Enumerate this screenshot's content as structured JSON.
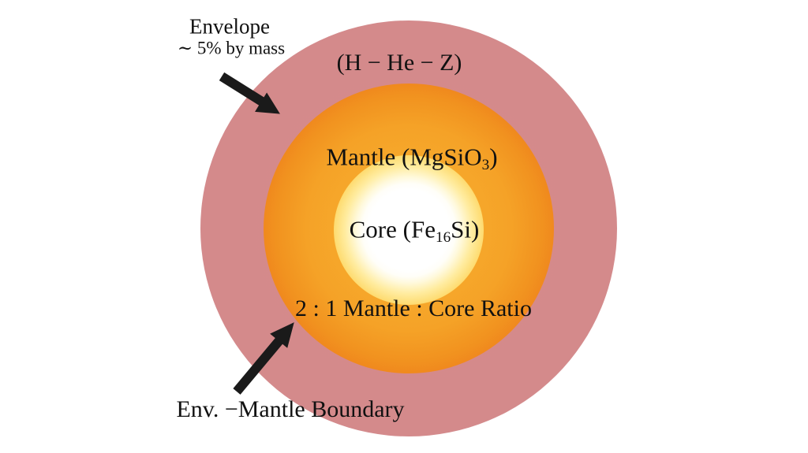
{
  "figure": {
    "type": "planet-interior-diagram",
    "background": "#ffffff",
    "text_color": "#111111",
    "annotations": {
      "envelope_title": "Envelope",
      "envelope_mass": "∼ 5% by mass",
      "envelope_composition": "(H − He − Z)",
      "mantle_label": {
        "pre": "Mantle (MgSiO",
        "sub": "3",
        "post": ")"
      },
      "core_label": {
        "pre": "Core (Fe",
        "sub": "16",
        "post": "Si)"
      },
      "ratio_label": "2 : 1 Mantle : Core Ratio",
      "boundary_label": "Env. −Mantle Boundary"
    },
    "layers": {
      "envelope": {
        "name": "Envelope",
        "outer_color": "#cdd3e6",
        "inner_glow_color": "#d48a8b"
      },
      "mantle": {
        "name": "Mantle",
        "rim_color": "#f53007",
        "mid_color": "#f1921f",
        "inner_color": "#f7ae30"
      },
      "core": {
        "name": "Core",
        "center_color": "#ffffff",
        "halo_color": "#ffeca0"
      }
    },
    "arrow_color": "#1a1a1a"
  }
}
